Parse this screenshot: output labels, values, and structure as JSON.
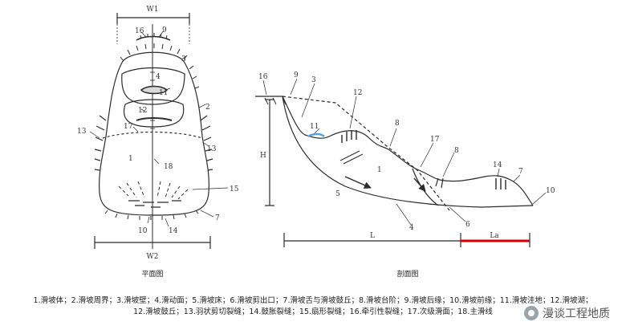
{
  "plan_view": {
    "caption": "平面图",
    "width_top": "W1",
    "width_bottom": "W2",
    "labels": [
      "16",
      "9",
      "3",
      "4",
      "11",
      "2",
      "12",
      "13",
      "17",
      "13",
      "1",
      "18",
      "15",
      "7",
      "10",
      "14"
    ]
  },
  "section_view": {
    "caption": "剖面图",
    "height": "H",
    "length": "L",
    "length_a": "La",
    "labels": [
      "16",
      "9",
      "3",
      "12",
      "11",
      "8",
      "17",
      "8",
      "1",
      "14",
      "7",
      "10",
      "5",
      "4",
      "6"
    ]
  },
  "legend": {
    "line1": "1.滑坡体；2.滑坡周界；3.滑坡壁；4.滑动面；5.滑坡床；6.滑坡剪出口；7.滑坡舌与滑坡鼓丘；8.滑坡台阶；9.滑坡后缘；10.滑坡前缘；11.滑坡洼地；12.滑坡湖；",
    "line2": "12.滑坡鼓丘；13.羽状剪切裂缝；14.鼓胀裂缝；15.扇形裂缝；16.牵引性裂缝；17.次级滑面；18.主滑线"
  },
  "watermark": {
    "text": "漫谈工程地质",
    "icon": "wechat-logo-icon"
  },
  "colors": {
    "line": "#2b2b2b",
    "la_bar": "#d40000",
    "lake": "#5aa0d8"
  }
}
